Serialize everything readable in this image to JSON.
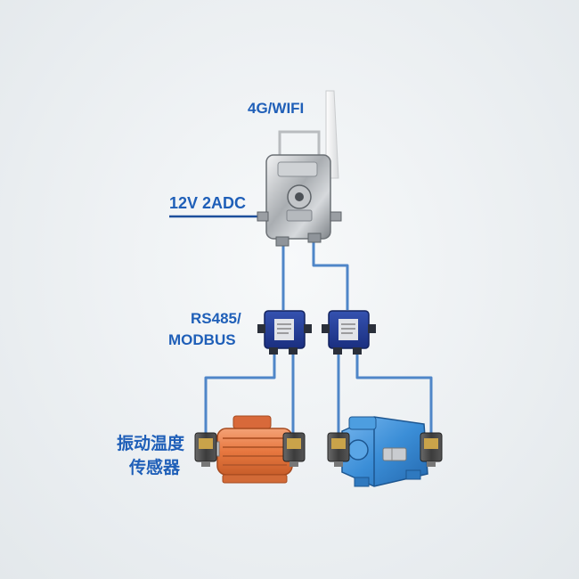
{
  "labels": {
    "wireless": "4G/WIFI",
    "power": "12V  2ADC",
    "bus_line1": "RS485/",
    "bus_line2": "MODBUS",
    "sensor_line1": "振动温度",
    "sensor_line2": "传感器"
  },
  "colors": {
    "label": "#1f5fb8",
    "cable": "#4f86c8",
    "power_line": "#1d4f9c",
    "junction_box": "#1f3f97",
    "motor": "#e9804b",
    "gearbox": "#3c8ed6",
    "sensor_body": "#4a4a4a"
  },
  "icons": [
    "gateway-box",
    "antenna",
    "junction-box",
    "vibration-sensor",
    "electric-motor",
    "gearbox"
  ]
}
